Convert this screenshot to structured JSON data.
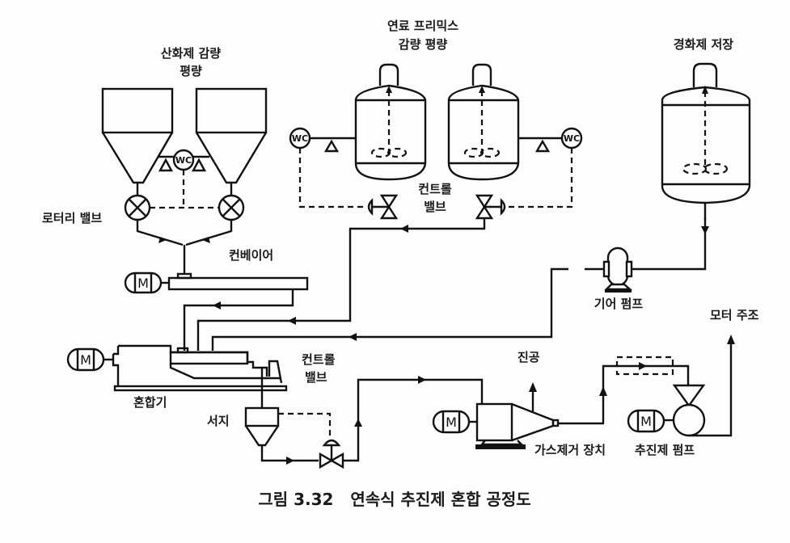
{
  "figure": {
    "caption": "그림 3.32   연속식 추진제 혼합 공정도"
  },
  "labels": {
    "oxidizer_line1": "산화제 감량",
    "oxidizer_line2": "평량",
    "fuel_line1": "연료 프리믹스",
    "fuel_line2": "감량 평량",
    "curative": "경화제 저장",
    "rotary_valve": "로터리 밸브",
    "control_valve_top_line1": "컨트롤",
    "control_valve_top_line2": "밸브",
    "conveyor": "컨베이어",
    "gear_pump": "기어 펌프",
    "motor_casting": "모터 주조",
    "mixer": "혼합기",
    "surge": "서지",
    "control_valve_bottom_line1": "컨트롤",
    "control_valve_bottom_line2": "밸브",
    "vacuum": "진공",
    "degasser": "가스제거 장치",
    "propellant_pump": "추진제 펌프"
  },
  "symbols": {
    "weight_controller": "WC",
    "motor": "M"
  }
}
